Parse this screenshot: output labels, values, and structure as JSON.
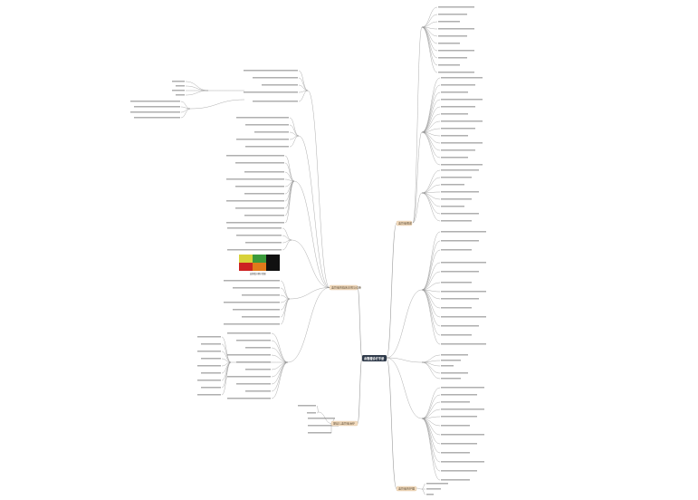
{
  "root": {
    "label": "血管瘤诊疗手册"
  },
  "branches": [
    {
      "id": "b1",
      "label": "血管瘤概述"
    },
    {
      "id": "b2",
      "label": "血管瘤的临床表现与诊断"
    },
    {
      "id": "b3",
      "label": "婴幼儿血管瘤治疗"
    },
    {
      "id": "b4",
      "label": "血管瘤的护理"
    }
  ],
  "colors": {
    "root_fill": "#2f3a4a",
    "branch_fill": "#f3dcc0",
    "branch_stroke": "#d9b88e",
    "edge": "#8a8a8a",
    "swatch_yellow": "#d8d23a",
    "swatch_green": "#3b9a3b",
    "swatch_red": "#cc2222",
    "swatch_orange": "#e07a1a",
    "swatch_black": "#111111"
  },
  "image_node": {
    "caption": "血管瘤分期示意图"
  }
}
